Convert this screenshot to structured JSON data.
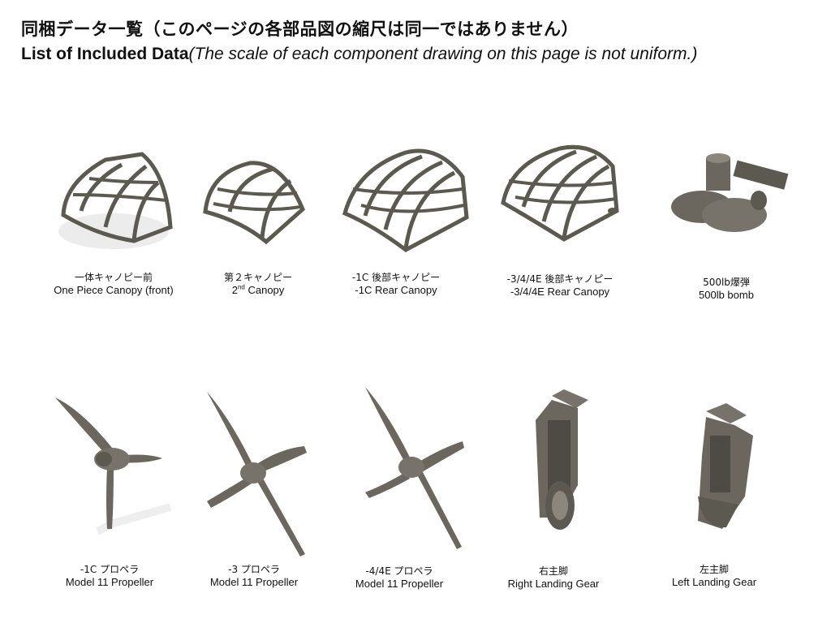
{
  "header": {
    "title_jp": "同梱データ一覧（このページの各部品図の縮尺は同一ではありません）",
    "title_en_bold": "List of Included Data",
    "title_en_italic": "(The scale of each component drawing on this page is not uniform.)"
  },
  "parts": [
    {
      "jp": "一体キャノピー前",
      "en": "One Piece Canopy (front)",
      "icon": "canopy-front"
    },
    {
      "jp": "第２キャノピー",
      "en_prefix": "2",
      "en_sup": "nd",
      "en": " Canopy",
      "icon": "canopy-second"
    },
    {
      "jp": "-1C 後部キャノピー",
      "en": "-1C Rear Canopy",
      "icon": "canopy-rear-1c"
    },
    {
      "jp": "-3/4/4E 後部キャノピー",
      "en": "-3/4/4E Rear Canopy",
      "icon": "canopy-rear-344e"
    },
    {
      "jp": "500lb爆弾",
      "en": "500lb bomb",
      "icon": "bomb"
    },
    {
      "jp": "-1C プロペラ",
      "en": "Model 11 Propeller",
      "icon": "propeller-1c"
    },
    {
      "jp": "-3 プロペラ",
      "en": "Model 11 Propeller",
      "icon": "propeller-3"
    },
    {
      "jp": "-4/4E プロペラ",
      "en": "Model 11 Propeller",
      "icon": "propeller-44e"
    },
    {
      "jp": "右主脚",
      "en": "Right Landing Gear",
      "icon": "landing-gear-right"
    },
    {
      "jp": "左主脚",
      "en": "Left Landing Gear",
      "icon": "landing-gear-left"
    }
  ],
  "colors": {
    "part_fill": "#6b675e",
    "part_dark": "#3f3c36",
    "part_light": "#9a968c",
    "shadow": "#e4e4e4"
  }
}
